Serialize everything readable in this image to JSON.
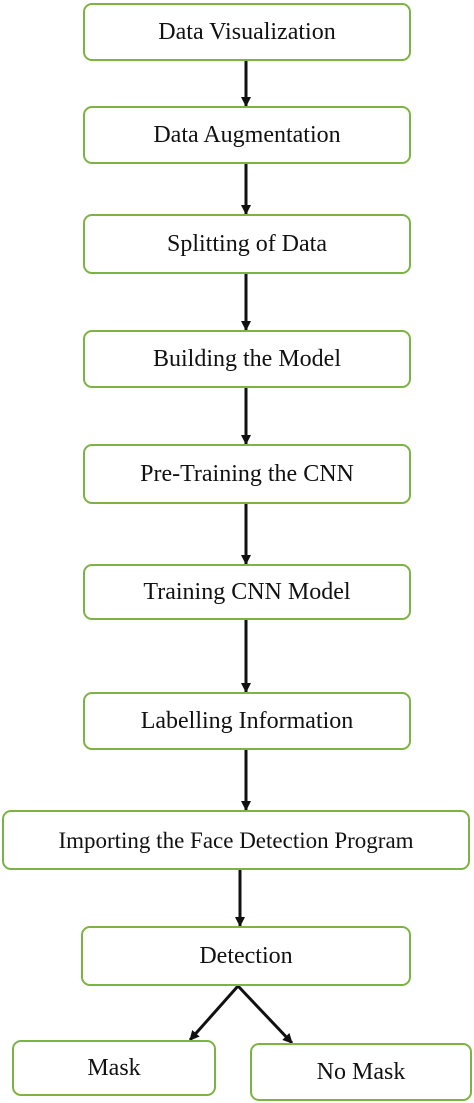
{
  "flowchart": {
    "stroke_color": "#7cb342",
    "arrow_color": "#111111",
    "nodes": [
      "Data Visualization",
      "Data Augmentation",
      "Splitting of Data",
      "Building the Model",
      "Pre-Training the CNN",
      "Training CNN Model",
      "Labelling Information",
      "Importing the Face Detection Program",
      "Detection",
      "Mask",
      "No Mask"
    ]
  }
}
